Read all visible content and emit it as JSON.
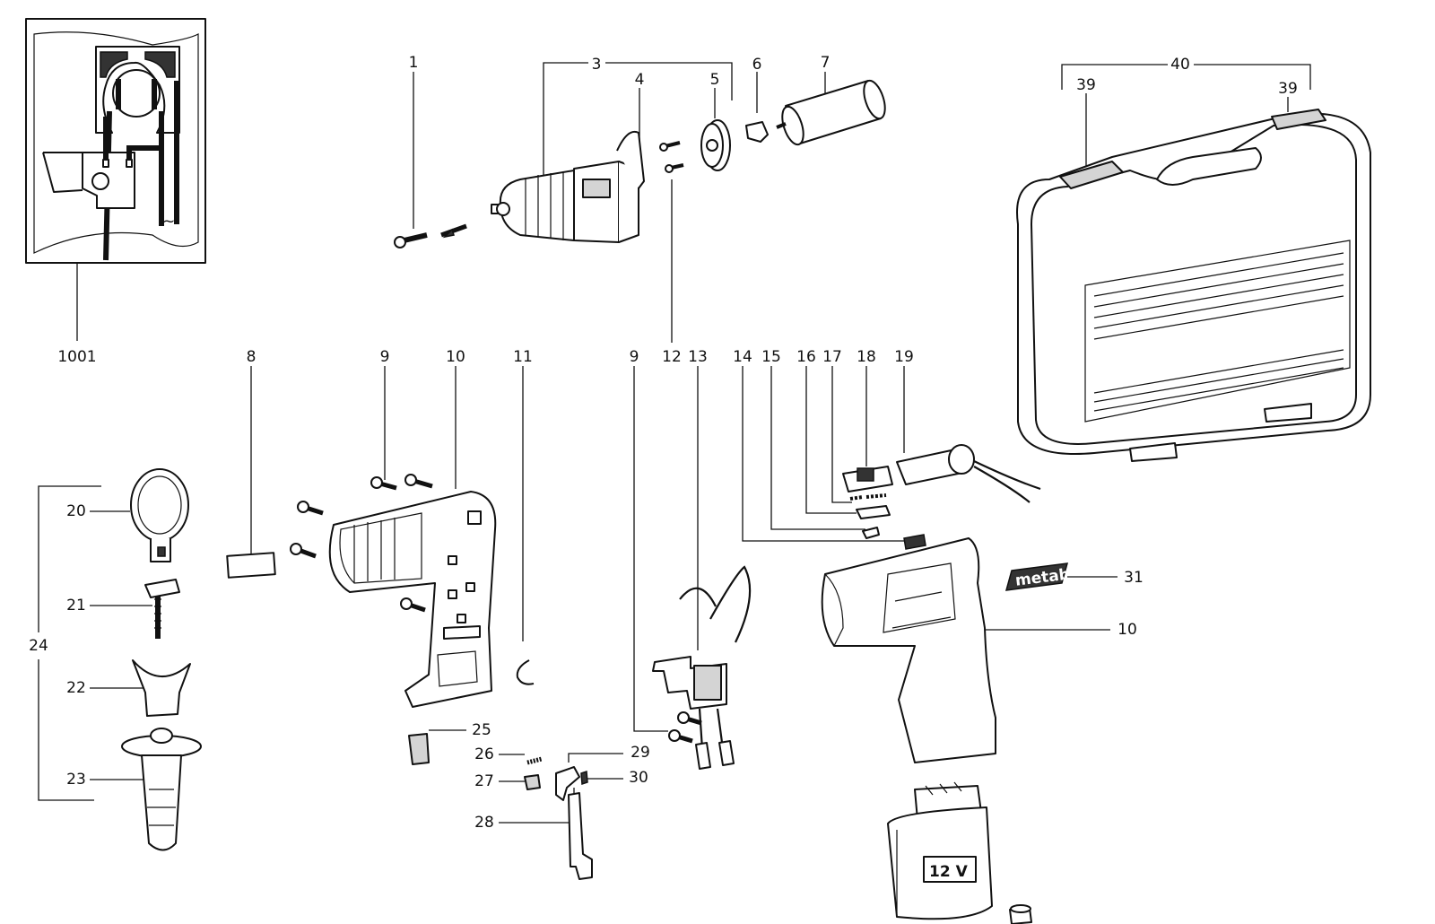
{
  "callouts": {
    "c1": "1",
    "c3": "3",
    "c4": "4",
    "c5": "5",
    "c6": "6",
    "c7": "7",
    "c8": "8",
    "c9a": "9",
    "c9b": "9",
    "c10a": "10",
    "c10b": "10",
    "c11": "11",
    "c12": "12",
    "c13": "13",
    "c14": "14",
    "c15": "15",
    "c16": "16",
    "c17": "17",
    "c18": "18",
    "c19": "19",
    "c20": "20",
    "c21": "21",
    "c22": "22",
    "c23": "23",
    "c24": "24",
    "c25": "25",
    "c26": "26",
    "c27": "27",
    "c28": "28",
    "c29": "29",
    "c30": "30",
    "c31": "31",
    "c39a": "39",
    "c39b": "39",
    "c40": "40",
    "c1001": "1001"
  },
  "labels": {
    "battery_voltage": "12 V",
    "brand_logo": "metabo"
  },
  "icons": {
    "ac_symbol": "tilde-ac-icon"
  }
}
